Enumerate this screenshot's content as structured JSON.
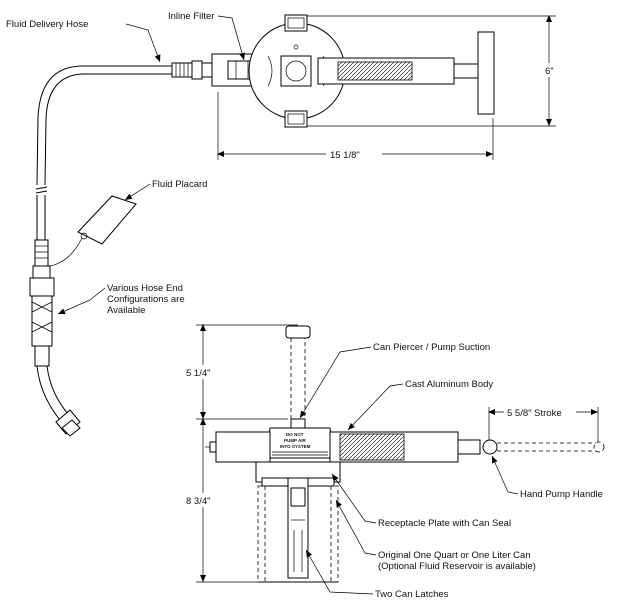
{
  "labels": {
    "fluid_delivery_hose": "Fluid Delivery Hose",
    "inline_filter": "Inline Filter",
    "fluid_placard": "Fluid Placard",
    "hose_end_1": "Various Hose End",
    "hose_end_2": "Configurations are",
    "hose_end_3": "Available",
    "can_piercer": "Can Piercer / Pump Suction",
    "cast_body": "Cast Aluminum Body",
    "hand_pump_handle": "Hand Pump Handle",
    "receptacle_plate": "Receptacle Plate with Can Seal",
    "original_can_1": "Original One Quart or One Liter Can",
    "original_can_2": "(Optional Fluid Reservoir is available)",
    "two_can_latches": "Two Can Latches",
    "plate_text_1": "DO NOT",
    "plate_text_2": "PUMP AIR",
    "plate_text_3": "INTO SYSTEM"
  },
  "dimensions": {
    "height_top": "6\"",
    "length_top": "15 1/8\"",
    "stroke": "5 5/8\" Stroke",
    "upper_height": "5 1/4\"",
    "total_height": "8 3/4\""
  }
}
